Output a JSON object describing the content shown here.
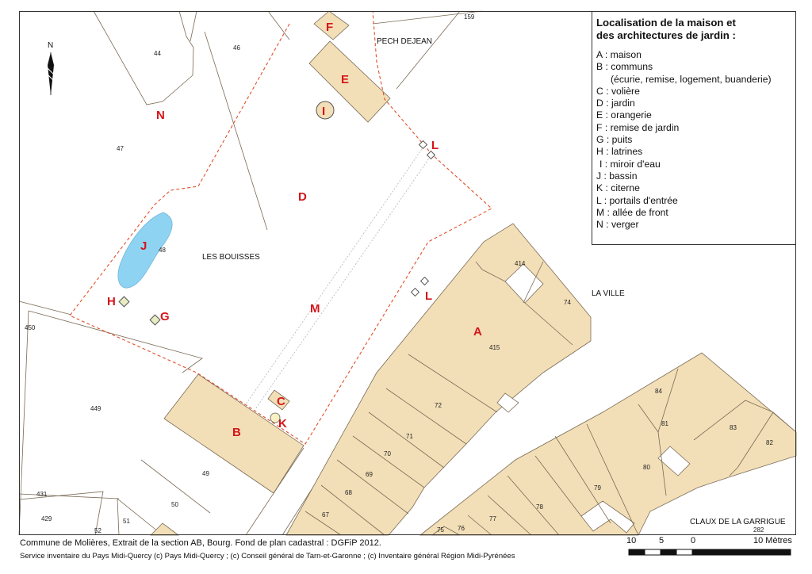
{
  "legend": {
    "title_line1": "Localisation de la maison et",
    "title_line2": "des architectures de jardin :",
    "items": [
      "A : maison",
      "B : communs",
      "(écurie, remise, logement, buanderie)",
      "C : volière",
      "D : jardin",
      "E : orangerie",
      "F : remise de jardin",
      "G : puits",
      "H : latrines",
      "I : miroir d'eau",
      "J : bassin",
      "K : citerne",
      "L : portails d'entrée",
      "M : allée de front",
      "N : verger"
    ]
  },
  "place_names": {
    "pech_dejean": "PECH DEJEAN",
    "les_bouisses": "LES BOUISSES",
    "la_ville": "LA VILLE",
    "claux": "CLAUX DE LA GARRIGUE"
  },
  "north": "N",
  "parcel_numbers": {
    "p44": "44",
    "p46": "46",
    "p47": "47",
    "p48": "48",
    "p159": "159",
    "p414": "414",
    "p74": "74",
    "p415": "415",
    "p72": "72",
    "p71": "71",
    "p70": "70",
    "p69": "69",
    "p68": "68",
    "p67": "67",
    "p450": "450",
    "p449": "449",
    "p49": "49",
    "p50": "50",
    "p51": "51",
    "p52": "52",
    "p429": "429",
    "p431": "431",
    "p84": "84",
    "p81": "81",
    "p83": "83",
    "p82": "82",
    "p80": "80",
    "p79": "79",
    "p78": "78",
    "p77": "77",
    "p76": "76",
    "p75": "75",
    "p282": "282"
  },
  "map_letters": {
    "A": "A",
    "B": "B",
    "C": "C",
    "D": "D",
    "E": "E",
    "F": "F",
    "G": "G",
    "H": "H",
    "I": "I",
    "J": "J",
    "K": "K",
    "L1": "L",
    "L2": "L",
    "M": "M",
    "N": "N"
  },
  "caption": {
    "line1": "Commune de Molières, Extrait de la section AB, Bourg. Fond de plan cadastral : DGFiP 2012.",
    "line2": "Service inventaire du Pays Midi-Quercy (c) Pays Midi-Quercy ; (c) Conseil général de Tarn-et-Garonne ; (c) Inventaire général Région Midi-Pyrénées"
  },
  "scale_bar": {
    "t10": "10",
    "t5": "5",
    "t0": "0",
    "t10m": "10 Mètres"
  },
  "colors": {
    "building": "#f2dfb7",
    "water": "#8fd3f2",
    "letters": "#d4161b",
    "boundary": "#e0502a"
  }
}
